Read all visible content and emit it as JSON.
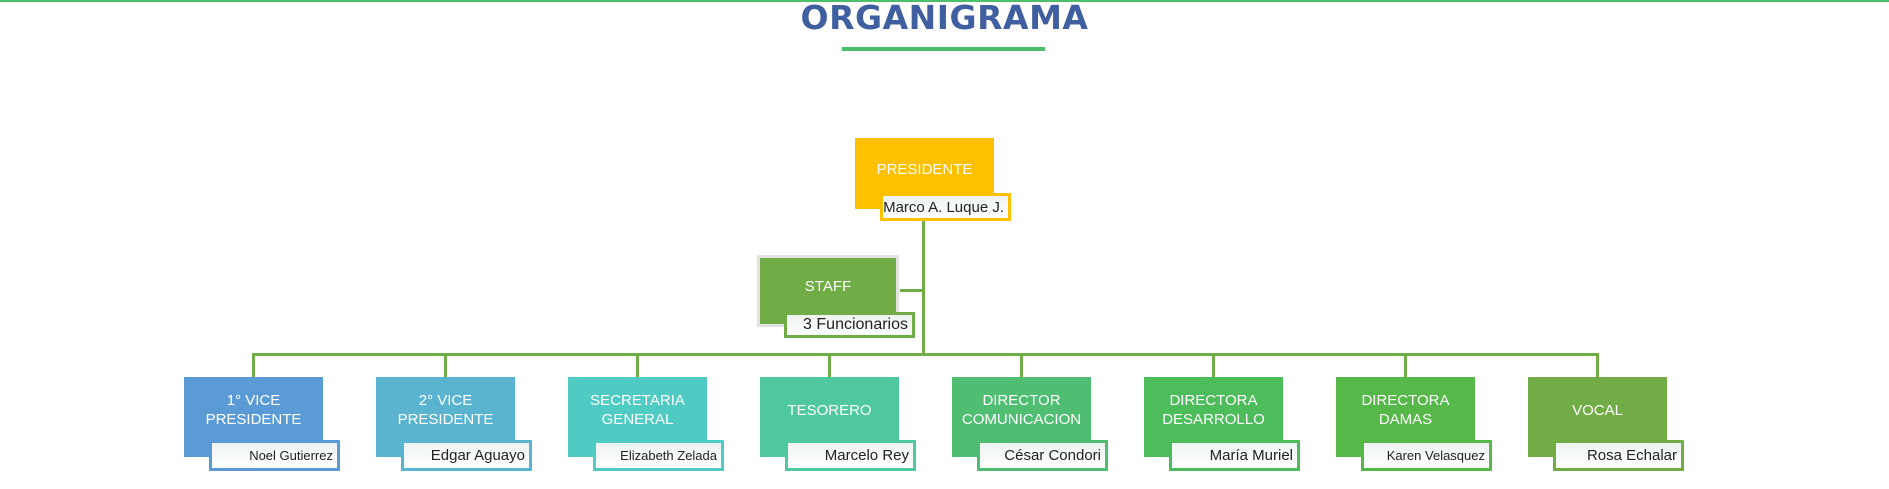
{
  "title": "ORGANIGRAMA",
  "colors": {
    "title": "#3f5fa0",
    "accent": "#4cbf6b",
    "connector": "#70ad47"
  },
  "president": {
    "role": "PRESIDENTE",
    "name": "Marco A. Luque J.",
    "color": "#ffc000"
  },
  "staff": {
    "role": "STAFF",
    "name": "3 Funcionarios",
    "color": "#70ad47"
  },
  "members": [
    {
      "role": "1° VICE PRESIDENTE",
      "name": "Noel Gutierrez",
      "color": "#5b9bd5"
    },
    {
      "role": "2° VICE PRESIDENTE",
      "name": "Edgar Aguayo",
      "color": "#5ab4cf"
    },
    {
      "role": "SECRETARIA GENERAL",
      "name": "Elizabeth Zelada",
      "color": "#4fcbc4"
    },
    {
      "role": "TESORERO",
      "name": "Marcelo Rey",
      "color": "#4fc8a0"
    },
    {
      "role": "DIRECTOR COMUNICACION",
      "name": "César Condori",
      "color": "#4fbe72"
    },
    {
      "role": "DIRECTORA DESARROLLO",
      "name": "María Muriel",
      "color": "#4dbd5b"
    },
    {
      "role": "DIRECTORA DAMAS",
      "name": "Karen Velasquez",
      "color": "#55b848"
    },
    {
      "role": "VOCAL",
      "name": "Rosa Echalar",
      "color": "#72ac47"
    }
  ]
}
